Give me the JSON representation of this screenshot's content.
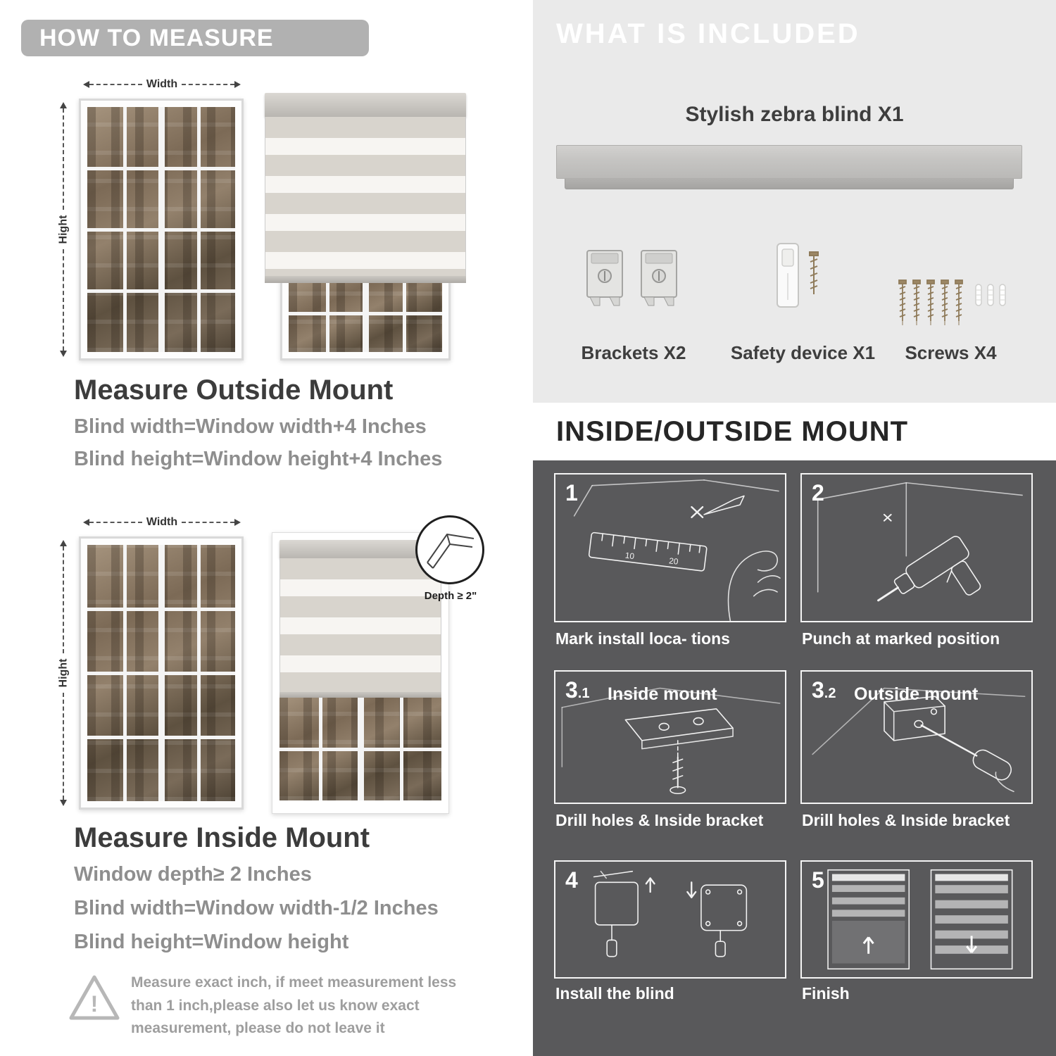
{
  "colors": {
    "badge_gray": "#b1b1b1",
    "panel_light_gray": "#eaeaea",
    "panel_dark_gray": "#59595b",
    "heading_dark": "#3c3c3c",
    "formula_gray": "#8e8e8e"
  },
  "how_to_measure": {
    "header": "HOW TO MEASURE",
    "outside": {
      "width_label": "Width",
      "height_label": "Hight",
      "title": "Measure Outside Mount",
      "lines": [
        "Blind width=Window width+4 Inches",
        "Blind height=Window height+4 Inches"
      ]
    },
    "inside": {
      "width_label": "Width",
      "height_label": "Hight",
      "depth_callout": "Depth ≥ 2\"",
      "title": "Measure Inside Mount",
      "lines": [
        "Window depth≥ 2 Inches",
        "Blind width=Window width-1/2 Inches",
        "Blind height=Window height"
      ]
    },
    "warning": {
      "mark": "!",
      "text": "Measure exact inch, if meet measurement less than 1 inch,please also let us know exact measurement, please do not leave it"
    }
  },
  "included": {
    "header": "WHAT IS INCLUDED",
    "blind_label": "Stylish zebra blind X1",
    "items": [
      {
        "name": "brackets",
        "label": "Brackets X2"
      },
      {
        "name": "safety-device",
        "label": "Safety device X1"
      },
      {
        "name": "screws",
        "label": "Screws X4"
      }
    ]
  },
  "mount_guide": {
    "header": "INSIDE/OUTSIDE MOUNT",
    "steps": [
      {
        "num": "1",
        "sub": "",
        "caption": "Mark install loca- tions",
        "ruler_marks": [
          "10",
          "20"
        ]
      },
      {
        "num": "2",
        "sub": "",
        "caption": "Punch at  marked position"
      },
      {
        "num": "3",
        "sub": ".1",
        "label": "Inside mount",
        "caption": "Drill holes &  Inside bracket"
      },
      {
        "num": "3",
        "sub": ".2",
        "label": "Outside mount",
        "caption": "Drill holes &  Inside bracket"
      },
      {
        "num": "4",
        "sub": "",
        "caption": "Install the blind"
      },
      {
        "num": "5",
        "sub": "",
        "caption": "Finish"
      }
    ]
  }
}
